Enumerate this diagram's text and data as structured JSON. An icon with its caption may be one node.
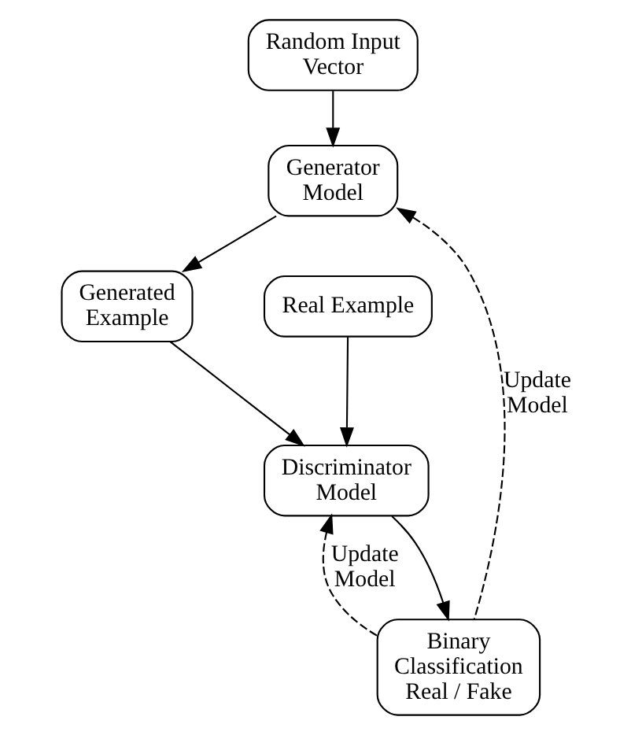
{
  "diagram": {
    "nodes": [
      {
        "text": [
          "Random Input Vector"
        ]
      },
      {
        "text": [
          "Generator Model"
        ]
      },
      {
        "text": [
          "Generated Example"
        ]
      },
      {
        "text": [
          "Real Example"
        ]
      },
      {
        "text": [
          "Discriminator Model"
        ]
      },
      {
        "text": [
          "Binary Classification Real / Fake"
        ]
      }
    ],
    "edges": [
      {
        "from": 0,
        "to": 1,
        "arrow": "to"
      },
      {
        "from": 1,
        "to": 2,
        "arrow": "to"
      },
      {
        "from": 2,
        "to": 4,
        "arrow": "to"
      },
      {
        "from": 3,
        "to": 4,
        "arrow": "to"
      },
      {
        "from": 4,
        "to": 5,
        "arrow": "to"
      },
      {
        "from": 5,
        "to": 1,
        "arrow": "to",
        "style": "dashed",
        "label": "Update Model"
      },
      {
        "from": 5,
        "to": 4,
        "arrow": "to",
        "style": "dashed",
        "label": "Update Model"
      }
    ]
  }
}
